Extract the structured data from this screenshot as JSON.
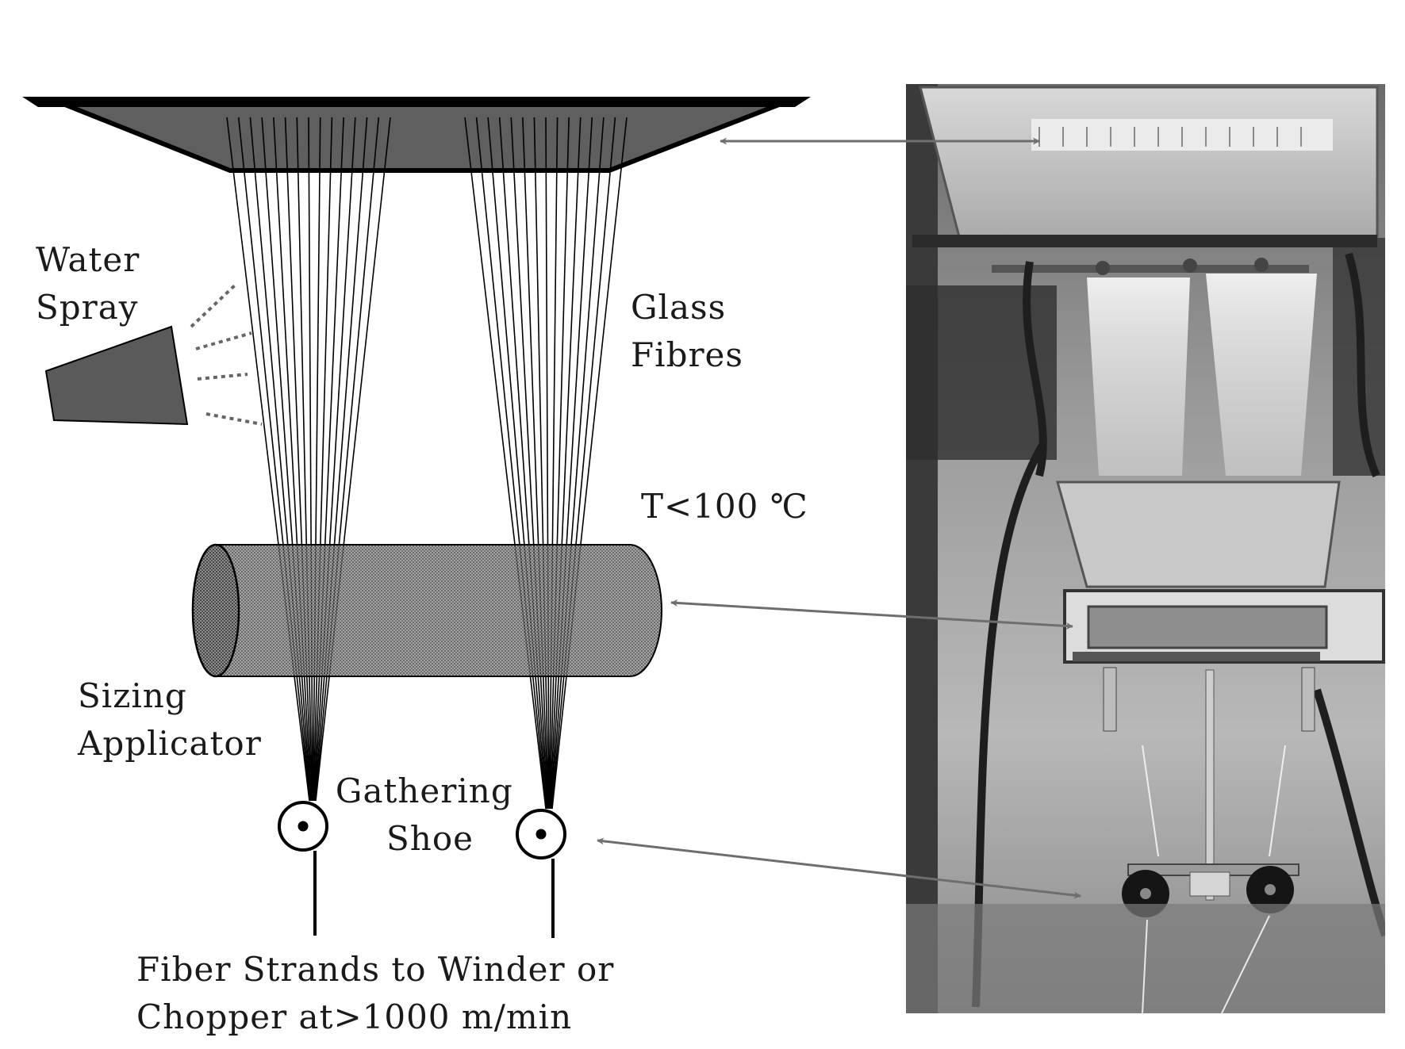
{
  "labels": {
    "water_spray": [
      "Water",
      "Spray"
    ],
    "glass_fibres": [
      "Glass",
      "Fibres"
    ],
    "temperature": "T<100 ℃",
    "sizing_applicator": [
      "Sizing",
      "Applicator"
    ],
    "gathering_shoe": [
      "Gathering",
      "Shoe"
    ],
    "output": [
      "Fiber Strands to Winder or",
      "Chopper at>1000 m/min"
    ]
  },
  "colors": {
    "bushing_fill": "#5f5f5f",
    "outline": "#000000",
    "arrow": "#6e6e6e",
    "applicator_fill": "#707070",
    "spray_nozzle": "#5a5a5a",
    "spray_dots": "#666666"
  }
}
